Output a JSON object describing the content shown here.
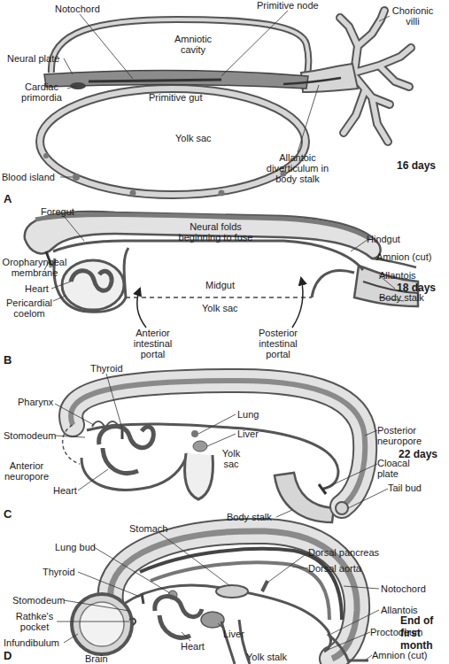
{
  "diagram": {
    "labels": [
      "Notochord",
      "Primitive node",
      "Chorionic villi",
      "Amniotic cavity",
      "Neural plate",
      "Cardiac primordia",
      "Primitive gut",
      "Yolk sac",
      "Blood island",
      "Allantoic diverticulum in body stalk",
      "16 days",
      "A",
      "Foregut",
      "Neural folds beginning to fuse",
      "Hindgut",
      "Oropharyngeal membrane",
      "Amnion (cut)",
      "Heart",
      "Allantois",
      "Pericardial coelom",
      "Midgut",
      "Yolk sac",
      "Body stalk",
      "18 days",
      "Anterior intestinal portal",
      "Posterior intestinal portal",
      "B",
      "Thyroid",
      "Pharynx",
      "Lung",
      "Posterior neuropore",
      "Stomodeum",
      "Liver",
      "Yolk sac",
      "22 days",
      "Anterior neuropore",
      "Cloacal plate",
      "Heart",
      "Tail bud",
      "Body stalk",
      "C",
      "Stomach",
      "Dorsal pancreas",
      "Lung bud",
      "Dorsal aorta",
      "Thyroid",
      "Notochord",
      "Allantois",
      "Stomodeum",
      "Rathke's pocket",
      "End of first month",
      "Liver",
      "Proctodeum",
      "Heart",
      "Infundibulum",
      "Yolk stalk",
      "Amnion (cut)",
      "Brain",
      "D"
    ]
  }
}
